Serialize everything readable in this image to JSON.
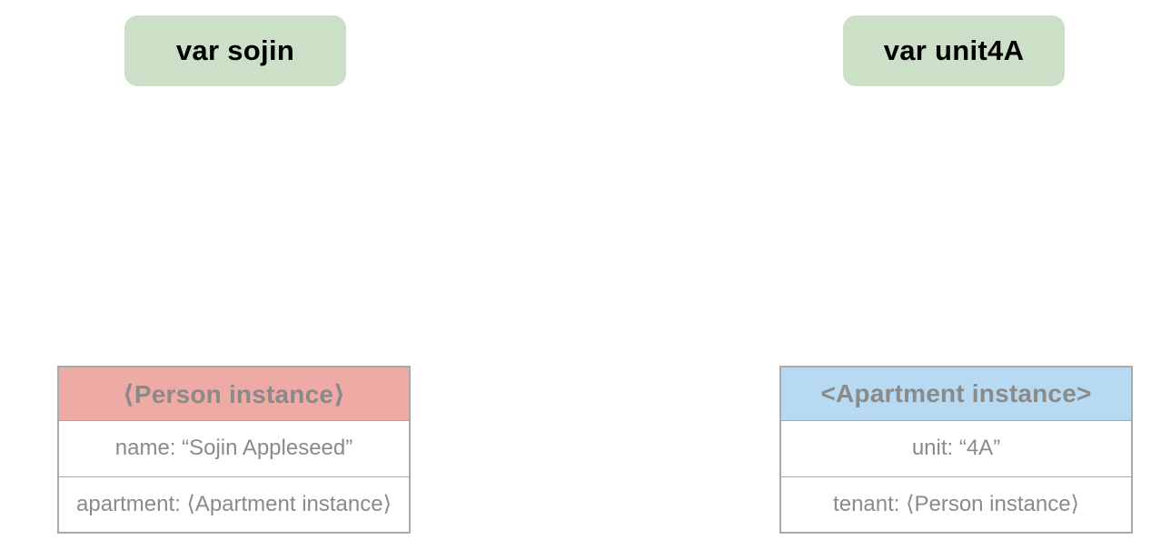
{
  "colors": {
    "background": "#ffffff",
    "variable_box_bg": "#cbe0c6",
    "variable_text": "#000000",
    "person_header_bg": "#eeaaa5",
    "apartment_header_bg": "#b7d9f1",
    "table_border": "#a9a9a9",
    "header_text": "#8a8a8a",
    "row_text": "#8a8a8a"
  },
  "variables": [
    {
      "id": "sojin",
      "label": "var sojin"
    },
    {
      "id": "unit4A",
      "label": "var unit4A"
    }
  ],
  "instances": [
    {
      "id": "person",
      "title": "⟨Person instance⟩",
      "rows": [
        "name: “Sojin Appleseed”",
        "apartment: ⟨Apartment instance⟩"
      ]
    },
    {
      "id": "apartment",
      "title": "<Apartment instance>",
      "rows": [
        "unit: “4A”",
        "tenant: ⟨Person instance⟩"
      ]
    }
  ]
}
